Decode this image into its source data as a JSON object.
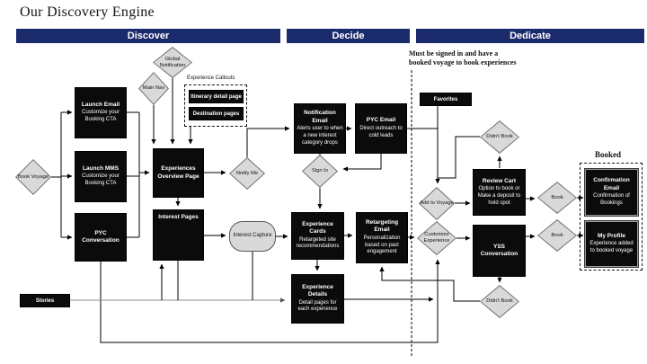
{
  "title": "Our Discovery Engine",
  "phases": {
    "discover": "Discover",
    "decide": "Decide",
    "dedicate": "Dedicate"
  },
  "note": {
    "line1": "Must be signed in and have a",
    "line2": "booked voyage to book experiences"
  },
  "groups": {
    "experience_callouts": "Experience Callouts",
    "booked": "Booked"
  },
  "nodes": {
    "book_voyage": {
      "label": "Book Voyage"
    },
    "launch_email": {
      "title": "Launch Email",
      "body": "Customize your Booking CTA"
    },
    "launch_mms": {
      "title": "Launch MMS",
      "body": "Customize your Booking CTA"
    },
    "pyc_conversation": {
      "title": "PYC Conversation"
    },
    "global_notification": {
      "label": "Global Notification"
    },
    "main_nav": {
      "label": "Main Nav"
    },
    "itinerary_detail_page": {
      "title": "Itinerary detail page"
    },
    "destination_pages": {
      "title": "Destination pages"
    },
    "experiences_overview": {
      "title": "Experiences Overview Page"
    },
    "interest_pages": {
      "title": "Interest Pages"
    },
    "notify_me": {
      "label": "Notify Me"
    },
    "interest_capture": {
      "label": "Interest Capture"
    },
    "stories": {
      "title": "Stories"
    },
    "notification_email": {
      "title": "Notification Email",
      "body": "Alerts user to when a new interest category drops"
    },
    "pyc_email": {
      "title": "PYC Email",
      "body": "Direct outreach to cold leads"
    },
    "sign_in": {
      "label": "Sign In"
    },
    "experience_cards": {
      "title": "Experience Cards",
      "body": "Retargeted site recommendations"
    },
    "retargeting_email": {
      "title": "Retargeting Email",
      "body": "Personalization based on past engagement"
    },
    "experience_details": {
      "title": "Experience Details",
      "body": "Detail pages for each experience"
    },
    "favorites": {
      "title": "Favorites"
    },
    "add_to_voyage": {
      "label": "Add to Voyage"
    },
    "customize_experience": {
      "label": "Customize Experience"
    },
    "didnt_book_top": {
      "label": "Didn't Book"
    },
    "didnt_book_bottom": {
      "label": "Didn't Book"
    },
    "review_cart": {
      "title": "Review Cart",
      "body": "Option to book or Make a deposit to hold spot"
    },
    "yss_conversation": {
      "title": "YSS Conversation"
    },
    "book_top": {
      "label": "Book"
    },
    "book_bottom": {
      "label": "Book"
    },
    "confirmation_email": {
      "title": "Confirmation Email",
      "body": "Confirmation of Bookings"
    },
    "my_profile": {
      "title": "My Profile",
      "body": "Experience added to booked voyage"
    }
  },
  "colors": {
    "header_navy": "#1b2a6b",
    "node_black": "#0b0b0b",
    "diamond_fill": "#d9d9d9",
    "diamond_border": "#6f6f6f",
    "connector": "#000000",
    "stories_line": "#8c8c8c"
  }
}
